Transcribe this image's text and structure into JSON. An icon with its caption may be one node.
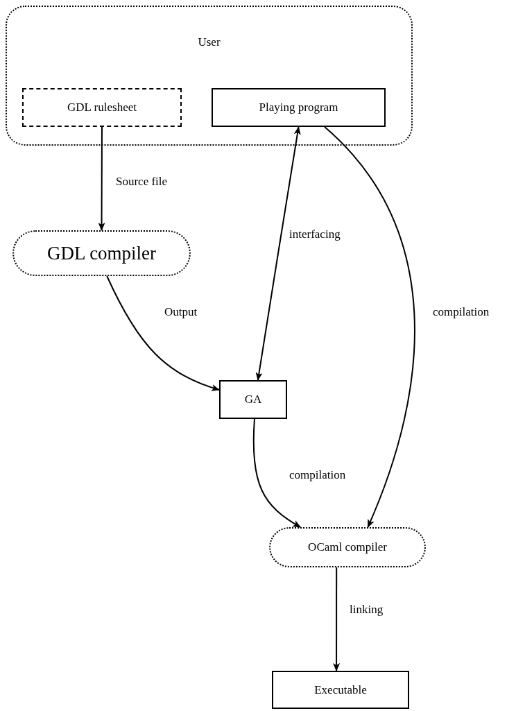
{
  "diagram": {
    "nodes": [
      {
        "text": [
          "User"
        ]
      },
      {
        "text": [
          "GDL rulesheet"
        ],
        "in": 0
      },
      {
        "text": [
          "Playing program"
        ],
        "in": 0
      },
      {
        "text": [
          "GDL compiler"
        ]
      },
      {
        "text": [
          "GA"
        ]
      },
      {
        "text": [
          "OCaml compiler"
        ]
      },
      {
        "text": [
          "Executable"
        ]
      }
    ],
    "edges": [
      {
        "from": 1,
        "to": 3,
        "arrow": "to",
        "label": "Source file"
      },
      {
        "from": 2,
        "to": 4,
        "arrow": "both",
        "label": "interfacing"
      },
      {
        "from": 3,
        "to": 4,
        "arrow": "to",
        "label": "Output"
      },
      {
        "from": 2,
        "to": 5,
        "arrow": "to",
        "label": "compilation"
      },
      {
        "from": 4,
        "to": 5,
        "arrow": "to",
        "label": "compilation"
      },
      {
        "from": 5,
        "to": 6,
        "arrow": "to",
        "label": "linking"
      }
    ]
  }
}
